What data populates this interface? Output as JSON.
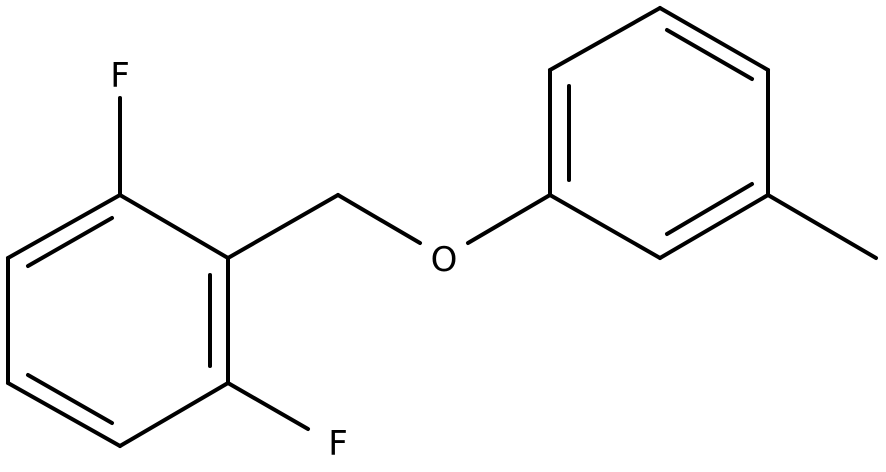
{
  "molecule": {
    "atoms": {
      "fluorine_top": "F",
      "fluorine_bottom": "F",
      "oxygen": "O"
    }
  },
  "colors": {
    "bond": "#000000",
    "background": "#ffffff"
  }
}
